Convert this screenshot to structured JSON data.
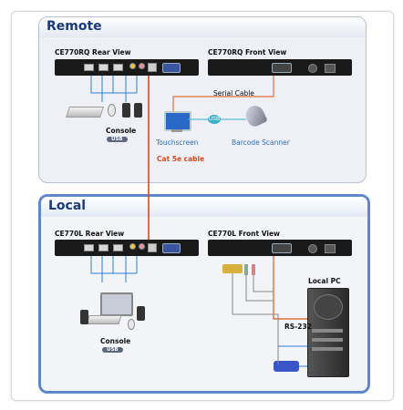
{
  "remote": {
    "title": "Remote",
    "rear_view_label": "CE770RQ Rear View",
    "front_view_label": "CE770RQ Front View",
    "console_label": "Console",
    "console_badge": "USB",
    "serial_cable_label": "Serial Cable",
    "touchscreen_label": "Touchscreen",
    "scanner_label": "Barcode Scanner",
    "connector_badge": "USB"
  },
  "cable_label": "Cat 5e cable",
  "local": {
    "title": "Local",
    "rear_view_label": "CE770L Rear View",
    "front_view_label": "CE770L Front View",
    "console_label": "Console",
    "console_badge": "USB",
    "pc_label": "Local PC",
    "rs232_label": "RS-232"
  },
  "colors": {
    "cat5_cable": "#d84a20",
    "serial_cable": "#e07040",
    "usb_cable": "#2a7fd8",
    "local_border": "#5f88c8"
  }
}
